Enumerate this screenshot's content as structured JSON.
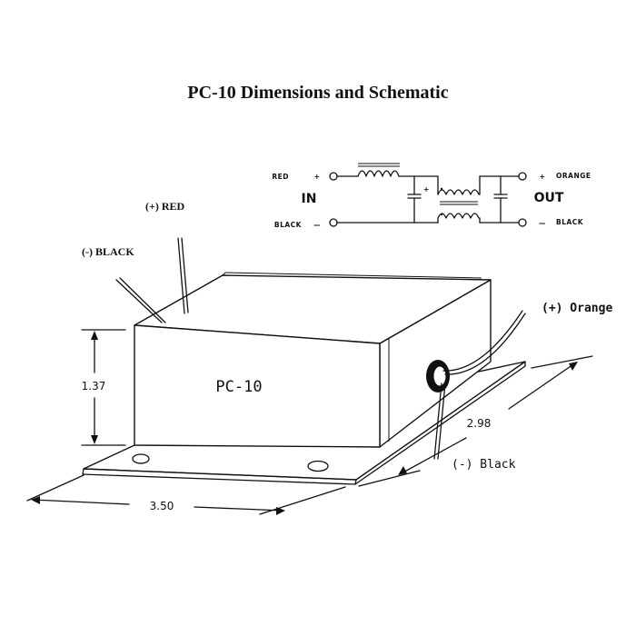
{
  "title": "PC-10 Dimensions and Schematic",
  "schematic": {
    "input_label": "IN",
    "output_label": "OUT",
    "in_plus_wire": "RED",
    "in_minus_wire": "BLACK",
    "out_plus_wire": "ORANGE",
    "out_minus_wire": "BLACK",
    "plus_sign": "+",
    "minus_sign": "—"
  },
  "device": {
    "part_number": "PC-10",
    "lead_in_positive": "(+) RED",
    "lead_in_negative": "(-) BLACK",
    "lead_out_positive": "(+) Orange",
    "lead_out_negative": "(-) Black"
  },
  "dimensions": {
    "height": "1.37",
    "width": "3.50",
    "depth": "2.98"
  }
}
